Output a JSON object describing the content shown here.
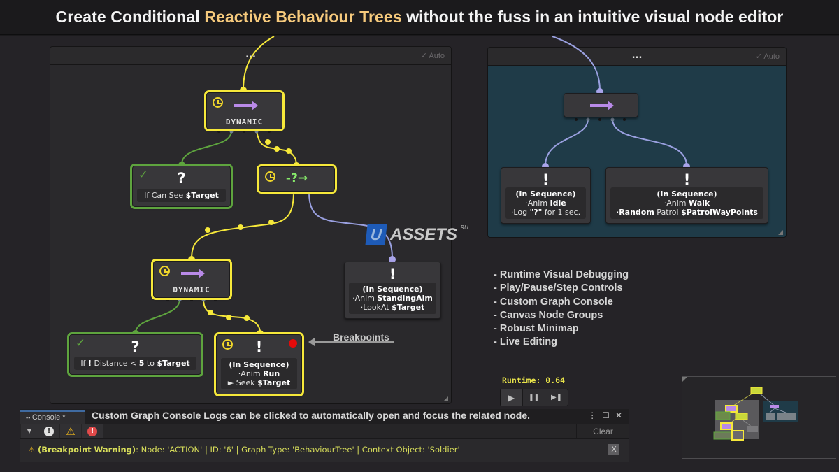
{
  "headline": {
    "part1": "Create Conditional ",
    "highlight": "Reactive Behaviour Trees",
    "part2": " without the fuss in an intuitive visual node editor",
    "highlight_color": "#f5c97c"
  },
  "groups": [
    {
      "id": "left",
      "header_dots": "...",
      "auto_label": "✓ Auto",
      "bg_color": "#2a292c"
    },
    {
      "id": "right",
      "header_dots": "...",
      "auto_label": "✓ Auto",
      "bg_color": "#1f3b48"
    }
  ],
  "nodes": {
    "dynamic_top": {
      "label": "DYNAMIC",
      "icon": "sequence-arrow-icon",
      "status": "running"
    },
    "cond_can_see": {
      "glyph": "?",
      "text_pre": "If Can See ",
      "text_bold": "$Target",
      "status": "success"
    },
    "reactive_selector": {
      "glyph": "-?→",
      "icon": "conditional-arrow-icon",
      "status": "running"
    },
    "dynamic_mid": {
      "label": "DYNAMIC",
      "icon": "sequence-arrow-icon",
      "status": "running"
    },
    "cond_distance": {
      "glyph": "?",
      "text_pre": "If ",
      "text_bold1": "!",
      "text_mid": " Distance < ",
      "text_bold2": "5",
      "text_mid2": " to ",
      "text_bold3": "$Target",
      "status": "success"
    },
    "action_run": {
      "glyph": "!",
      "line1": "(In Sequence)",
      "line2_pre": "·Anim ",
      "line2_bold": "Run",
      "line3_pre": "► Seek ",
      "line3_bold": "$Target",
      "status": "running",
      "breakpoint": true
    },
    "action_aim": {
      "glyph": "!",
      "line1": "(In Sequence)",
      "line2_pre": "·Anim ",
      "line2_bold": "StandingAim",
      "line3_pre": "·LookAt ",
      "line3_bold": "$Target"
    },
    "seq_right": {
      "icon": "sequence-arrow-icon"
    },
    "action_idle": {
      "glyph": "!",
      "line1": "(In Sequence)",
      "line2_pre": "·Anim ",
      "line2_bold": "Idle",
      "line3_pre": "·Log ",
      "line3_bold": "\"?\"",
      "line3_post": " for 1 sec."
    },
    "action_walk": {
      "glyph": "!",
      "line1": "(In Sequence)",
      "line2_pre": "·Anim ",
      "line2_bold": "Walk",
      "line3_bold": "·Random",
      "line3_mid": " Patrol ",
      "line3_bold2": "$PatrolWayPoints"
    }
  },
  "watermark": {
    "u": "U",
    "text": "ASSETS",
    "suffix": ".RU"
  },
  "breakpoints_label": "Breakpoints",
  "features": [
    "- Runtime Visual Debugging",
    "- Play/Pause/Step Controls",
    "- Custom Graph Console",
    "- Canvas Node Groups",
    "- Robust Minimap",
    "- Live Editing"
  ],
  "runtime": {
    "label": "Runtime: 0.64",
    "buttons": [
      "▶",
      "❚❚",
      "▶❚"
    ]
  },
  "console": {
    "tab_label": "Console *",
    "caption": "Custom Graph Console Logs can be clicked to automatically open and focus the related node.",
    "window_icons": [
      "⋮",
      "☐",
      "✕"
    ],
    "clear_label": "Clear",
    "log": {
      "warn_icon": "⚠",
      "prefix": "(Breakpoint Warning)",
      "message": ": Node: 'ACTION' | ID: '6' | Graph Type: 'BehaviourTree' | Context Object: 'Soldier'"
    },
    "close_label": "X"
  },
  "colors": {
    "running": "#f6e83a",
    "success": "#5ea43e",
    "idle_wire": "#9aa0e0",
    "sequence_arrow": "#b98ae8",
    "breakpoint": "#e40a0a"
  }
}
